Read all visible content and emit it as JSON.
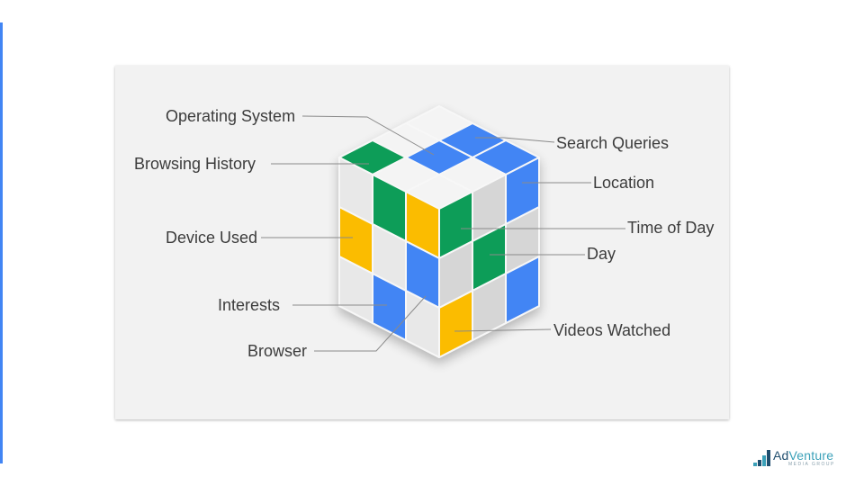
{
  "colors": {
    "accent": "#4285f4",
    "blue": "#4285f4",
    "green": "#0f9d58",
    "yellow": "#fbbc04",
    "white_face": "#eeeeee",
    "grey_face": "#d6d6d6",
    "line": "#8a8a8a"
  },
  "labels": {
    "operating_system": "Operating System",
    "browsing_history": "Browsing History",
    "device_used": "Device Used",
    "interests": "Interests",
    "browser": "Browser",
    "search_queries": "Search Queries",
    "location": "Location",
    "time_of_day": "Time of Day",
    "day": "Day",
    "videos_watched": "Videos Watched"
  },
  "cube": {
    "top_face": [
      [
        "white",
        "white",
        "green"
      ],
      [
        "blue",
        "blue",
        "white"
      ],
      [
        "blue",
        "white",
        "white"
      ]
    ],
    "left_face": [
      [
        "white",
        "green",
        "yellow"
      ],
      [
        "yellow",
        "white",
        "blue"
      ],
      [
        "white",
        "blue",
        "white"
      ]
    ],
    "right_face": [
      [
        "green",
        "white",
        "blue"
      ],
      [
        "white",
        "green",
        "white"
      ],
      [
        "yellow",
        "white",
        "blue"
      ]
    ]
  },
  "logo": {
    "brand_a": "Ad",
    "brand_b": "Venture",
    "sub": "MEDIA GROUP"
  }
}
